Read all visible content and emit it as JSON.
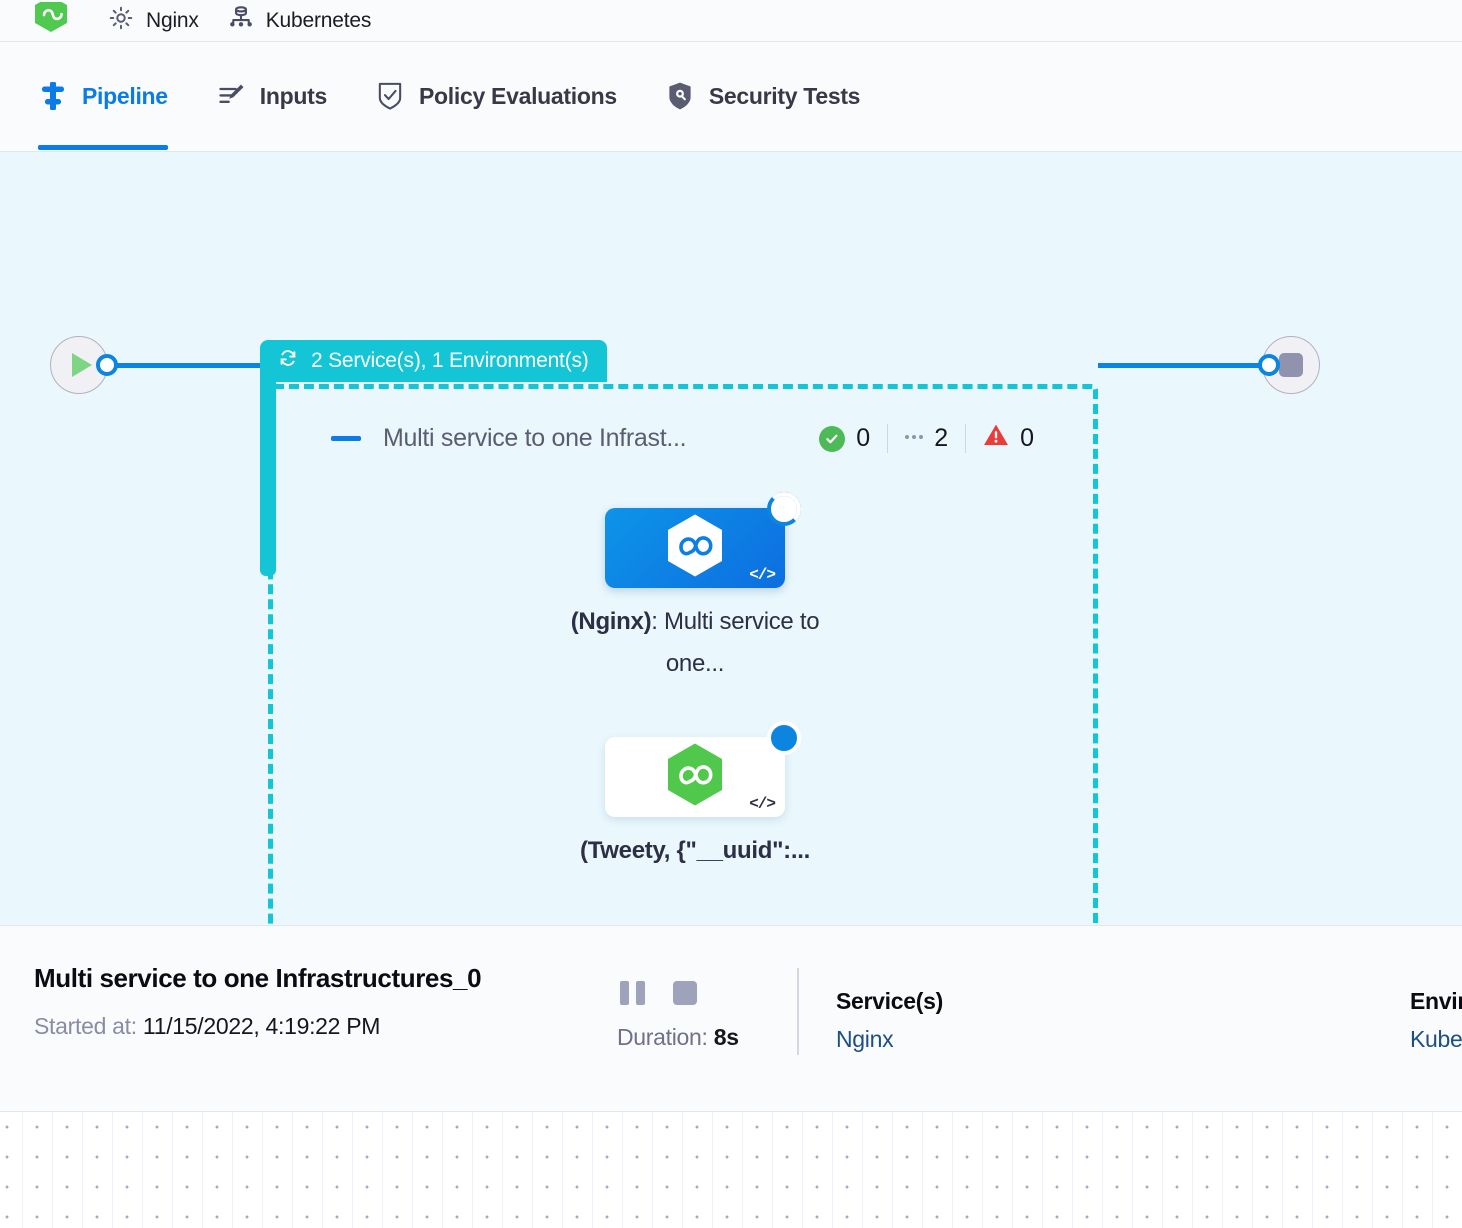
{
  "breadcrumb": {
    "items": [
      {
        "icon": "service-hexagon-icon",
        "label": ""
      },
      {
        "icon": "gear-icon",
        "label": "Nginx"
      },
      {
        "icon": "kubernetes-icon",
        "label": "Kubernetes"
      }
    ]
  },
  "tabs": [
    {
      "label": "Pipeline",
      "icon": "pipeline-icon",
      "active": true
    },
    {
      "label": "Inputs",
      "icon": "inputs-icon",
      "active": false
    },
    {
      "label": "Policy Evaluations",
      "icon": "policy-shield-check-icon",
      "active": false
    },
    {
      "label": "Security Tests",
      "icon": "security-shield-icon",
      "active": false
    }
  ],
  "canvas": {
    "group": {
      "chip_label": "2 Service(s), 1 Environment(s)",
      "chip_icon": "loop-repeat-icon",
      "title": "Multi service to one Infrast...",
      "collapse_icon": "collapse-dash-icon",
      "counters": [
        {
          "icon": "success-check-icon",
          "value": "0"
        },
        {
          "icon": "running-dots-icon",
          "value": "2"
        },
        {
          "icon": "error-warning-icon",
          "value": "0"
        }
      ]
    },
    "nodes": [
      {
        "label_bold": "(Nginx)",
        "label_rest": ": Multi service to one...",
        "icon": "service-hexagon-icon",
        "status_icon": "running-spinner-icon",
        "code_icon": "code-brackets-icon",
        "style": "blue"
      },
      {
        "label_bold": "(Tweety, {\"__uuid\":...",
        "label_rest": "",
        "icon": "service-hexagon-icon",
        "status_icon": "running-spinner-icon",
        "code_icon": "code-brackets-icon",
        "style": "white"
      }
    ],
    "start": {
      "icon": "play-icon"
    },
    "end": {
      "icon": "stop-icon"
    }
  },
  "footer": {
    "title": "Multi service to one Infrastructures_0",
    "started_label": "Started at:",
    "started_value": "11/15/2022, 4:19:22 PM",
    "pause_icon": "pause-icon",
    "stop_icon": "stop-icon",
    "duration_label": "Duration:",
    "duration_value": "8s",
    "services": {
      "title": "Service(s)",
      "value": "Nginx"
    },
    "environments": {
      "title": "Environment(s)",
      "value": "Kubernetes"
    }
  },
  "colors": {
    "accent_blue": "#0b7ce7",
    "teal_group": "#14c6d5",
    "canvas_bg": "#eaf8fd",
    "success_green": "#4eba57",
    "error_red": "#ec3b3b",
    "link_navy": "#1c4f82"
  }
}
